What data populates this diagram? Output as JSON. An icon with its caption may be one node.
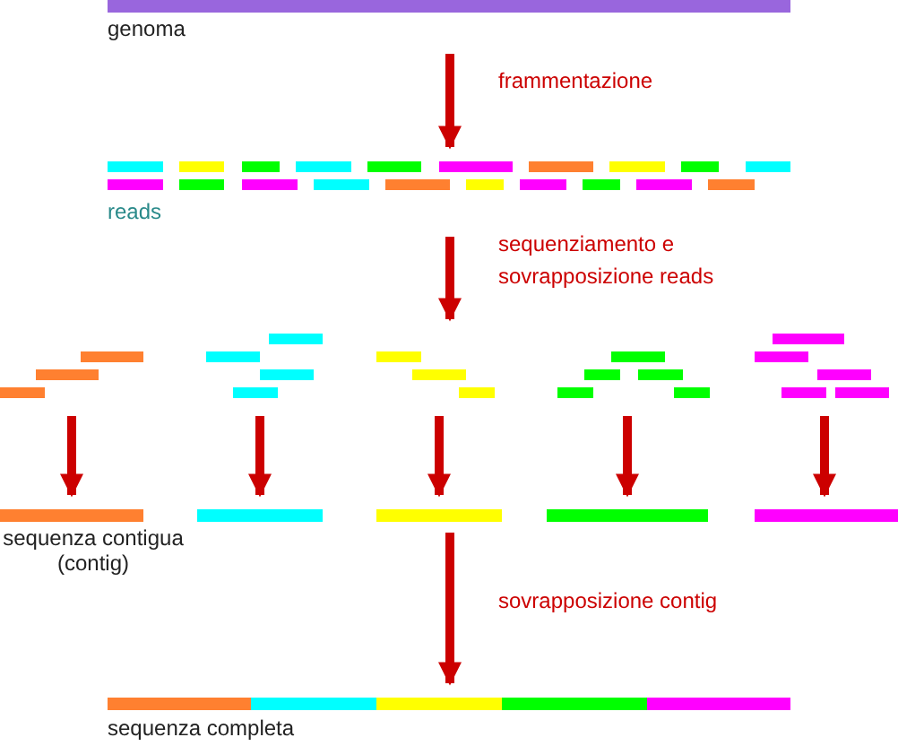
{
  "diagram": {
    "nodes": [
      {
        "text": [
          "genoma"
        ]
      },
      {
        "text": [
          "reads"
        ]
      },
      {
        "text": [],
        "shape": "bar"
      },
      {
        "text": [],
        "shape": "bar"
      },
      {
        "text": [],
        "shape": "bar"
      },
      {
        "text": [],
        "shape": "bar"
      },
      {
        "text": [],
        "shape": "bar"
      },
      {
        "text": [
          "sequenza contigua (contig)"
        ]
      },
      {
        "text": [],
        "shape": "bar"
      },
      {
        "text": [],
        "shape": "bar"
      },
      {
        "text": [],
        "shape": "bar"
      },
      {
        "text": [],
        "shape": "bar"
      },
      {
        "text": [
          "sequenza completa"
        ]
      }
    ],
    "edges": [
      {
        "from": 0,
        "to": 1,
        "arrow": "to",
        "label": "frammentazione"
      },
      {
        "from": 1,
        "to": 4,
        "arrow": "to",
        "label": "sequenziamento e sovrapposizione reads"
      },
      {
        "from": 2,
        "to": 7,
        "arrow": "to"
      },
      {
        "from": 3,
        "to": 8,
        "arrow": "to"
      },
      {
        "from": 4,
        "to": 9,
        "arrow": "to"
      },
      {
        "from": 5,
        "to": 10,
        "arrow": "to"
      },
      {
        "from": 6,
        "to": 11,
        "arrow": "to"
      },
      {
        "from": 9,
        "to": 12,
        "arrow": "to",
        "label": "sovrapposizione contig"
      }
    ]
  }
}
